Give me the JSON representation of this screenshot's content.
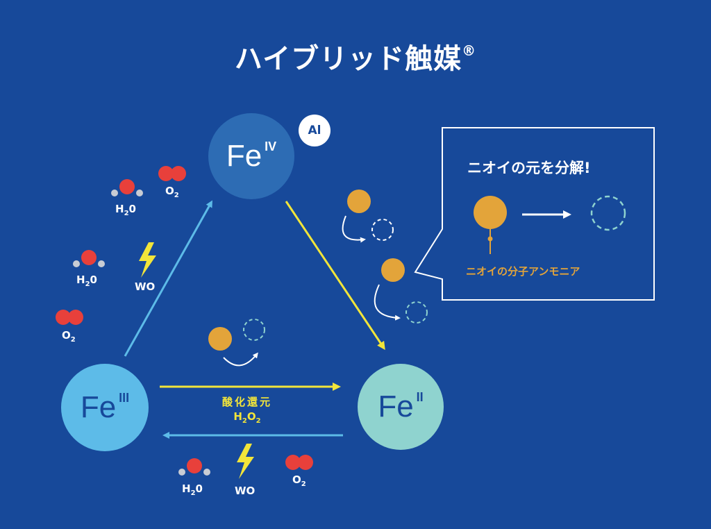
{
  "title": "ハイブリッド触媒",
  "title_mark": "®",
  "nodes": {
    "fe4": {
      "symbol": "Fe",
      "oxidation": "IV"
    },
    "fe3": {
      "symbol": "Fe",
      "oxidation": "III"
    },
    "fe2": {
      "symbol": "Fe",
      "oxidation": "II"
    },
    "al_badge": "Al"
  },
  "molecules": {
    "h2o": {
      "base": "H",
      "sub": "2",
      "tail": "0"
    },
    "o2": {
      "base": "O",
      "sub": "2"
    },
    "wo": "WO"
  },
  "center": {
    "label": "酸化還元",
    "formula": {
      "base": "H",
      "sub": "2",
      "mid": "O",
      "sub2": "2"
    }
  },
  "callout": {
    "title": "ニオイの元を分解!",
    "molecule_label": "ニオイの分子アンモニア"
  },
  "colors": {
    "background": "#17499a",
    "fe4": "#2d6cb4",
    "fe3": "#5dbbe8",
    "fe2": "#8fd3cf",
    "arrow_blue": "#5dbbe8",
    "arrow_yellow": "#f2e53a",
    "molecule_red": "#e8403b",
    "molecule_grey": "#c8ccd4",
    "ammonia": "#e3a43a"
  }
}
